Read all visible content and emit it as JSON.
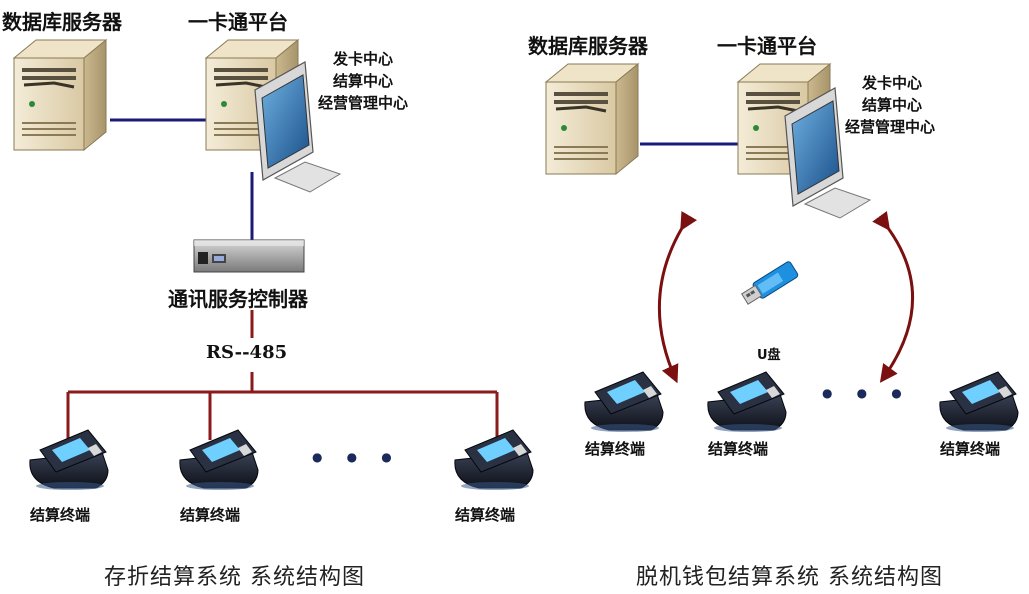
{
  "left": {
    "db_server_label": "数据库服务器",
    "platform_label": "一卡通平台",
    "centers": [
      "发卡中心",
      "结算中心",
      "经营管理中心"
    ],
    "controller_label": "通讯服务控制器",
    "bus_label": "RS--485",
    "terminal_label": "结算终端",
    "ellipsis": "● ● ●",
    "caption": "存折结算系统  系统结构图"
  },
  "right": {
    "db_server_label": "数据库服务器",
    "platform_label": "一卡通平台",
    "centers": [
      "发卡中心",
      "结算中心",
      "经营管理中心"
    ],
    "usb_label": "U盘",
    "terminal_label": "结算终端",
    "ellipsis": "● ● ●",
    "caption": "脱机钱包结算系统  系统结构图"
  },
  "colors": {
    "network_line": "#1a1a7a",
    "bus_line": "#8b1a1a",
    "arrow": "#7a1010",
    "server_body": "#e8dcc0",
    "terminal_body": "#1e2430"
  }
}
